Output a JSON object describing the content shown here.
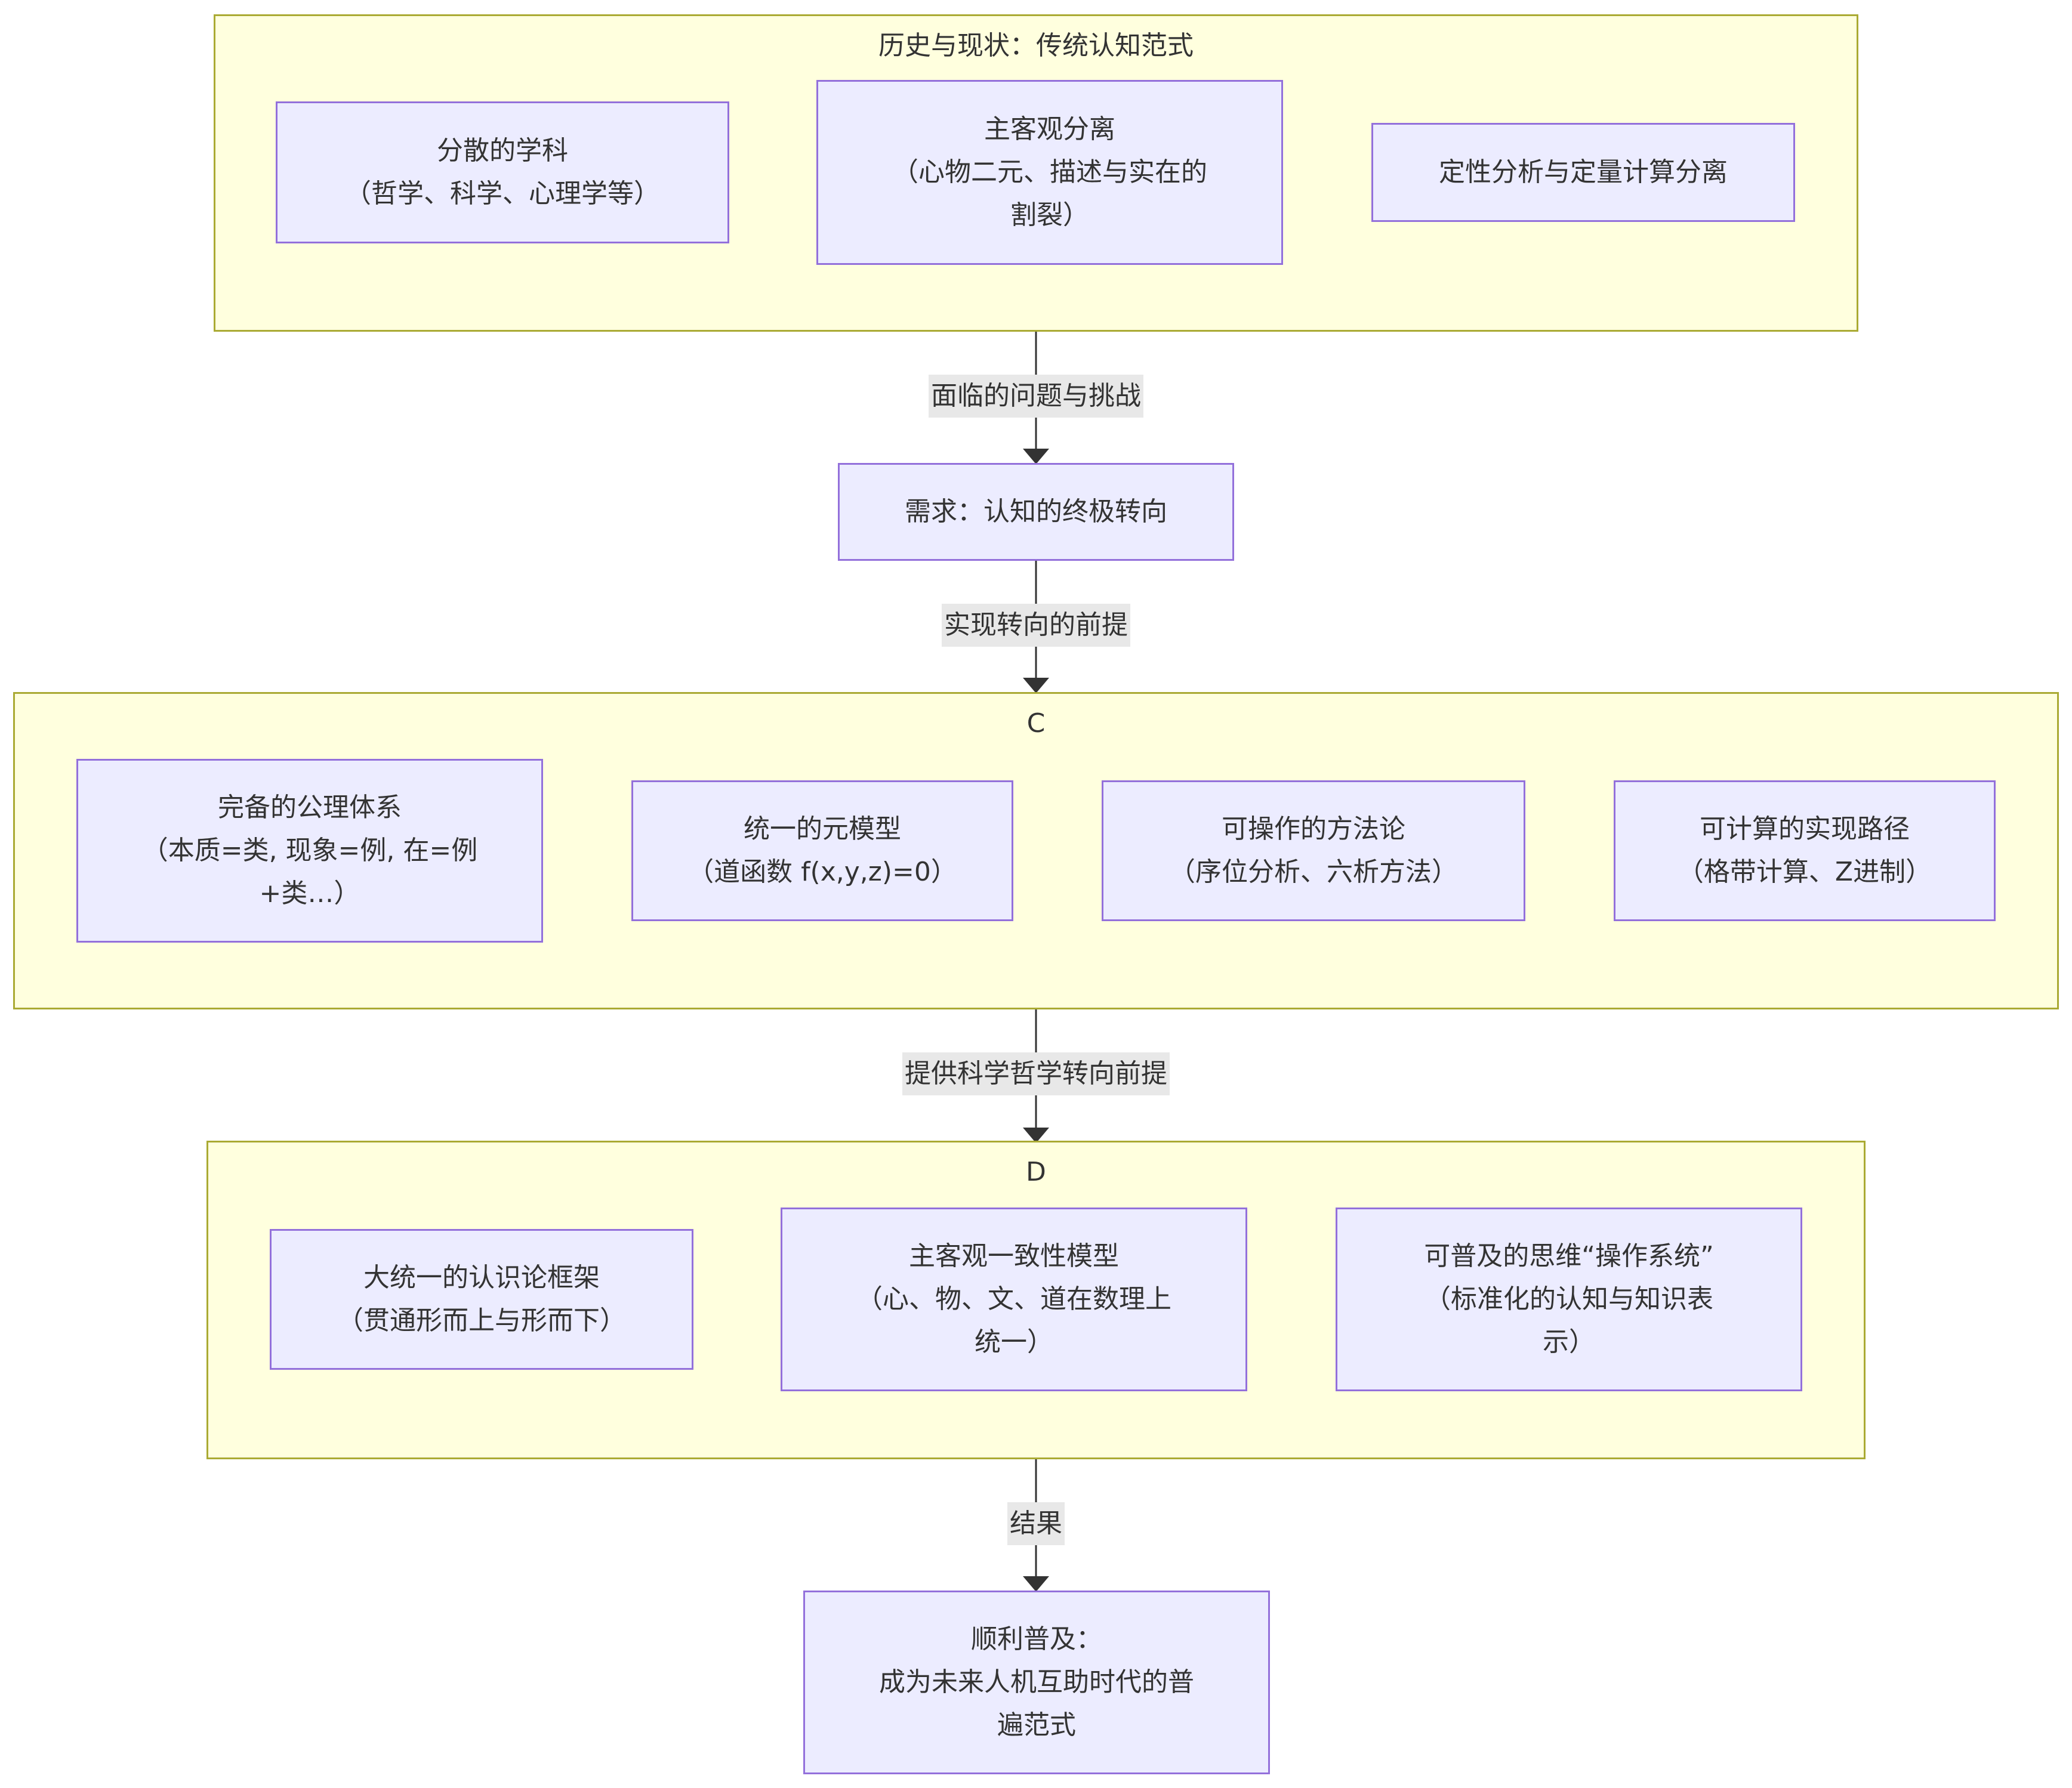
{
  "groups": {
    "history": {
      "title": "历史与现状：传统认知范式",
      "nodes": [
        {
          "lines": [
            "分散的学科",
            "（哲学、科学、心理学等）"
          ]
        },
        {
          "lines": [
            "主客观分离",
            "（心物二元、描述与实在的",
            "割裂）"
          ]
        },
        {
          "lines": [
            "定性分析与定量计算分离"
          ]
        }
      ]
    },
    "c": {
      "title": "C",
      "nodes": [
        {
          "lines": [
            "完备的公理体系",
            "（本质=类, 现象=例, 在=例",
            "+类…）"
          ]
        },
        {
          "lines": [
            "统一的元模型",
            "（道函数 f(x,y,z)=0）"
          ]
        },
        {
          "lines": [
            "可操作的方法论",
            "（序位分析、六析方法）"
          ]
        },
        {
          "lines": [
            "可计算的实现路径",
            "（格带计算、Z进制）"
          ]
        }
      ]
    },
    "d": {
      "title": "D",
      "nodes": [
        {
          "lines": [
            "大统一的认识论框架",
            "（贯通形而上与形而下）"
          ]
        },
        {
          "lines": [
            "主客观一致性模型",
            "（心、物、文、道在数理上",
            "统一）"
          ]
        },
        {
          "lines": [
            "可普及的思维“操作系统”",
            "（标准化的认知与知识表",
            "示）"
          ]
        }
      ]
    }
  },
  "standalone": {
    "demand": {
      "lines": [
        "需求：认知的终极转向"
      ]
    },
    "result": {
      "lines": [
        "顺利普及：",
        "成为未来人机互助时代的普",
        "遍范式"
      ]
    }
  },
  "edges": {
    "e1": "面临的问题与挑战",
    "e2": "实现转向的前提",
    "e3": "提供科学哲学转向前提",
    "e4": "结果"
  }
}
